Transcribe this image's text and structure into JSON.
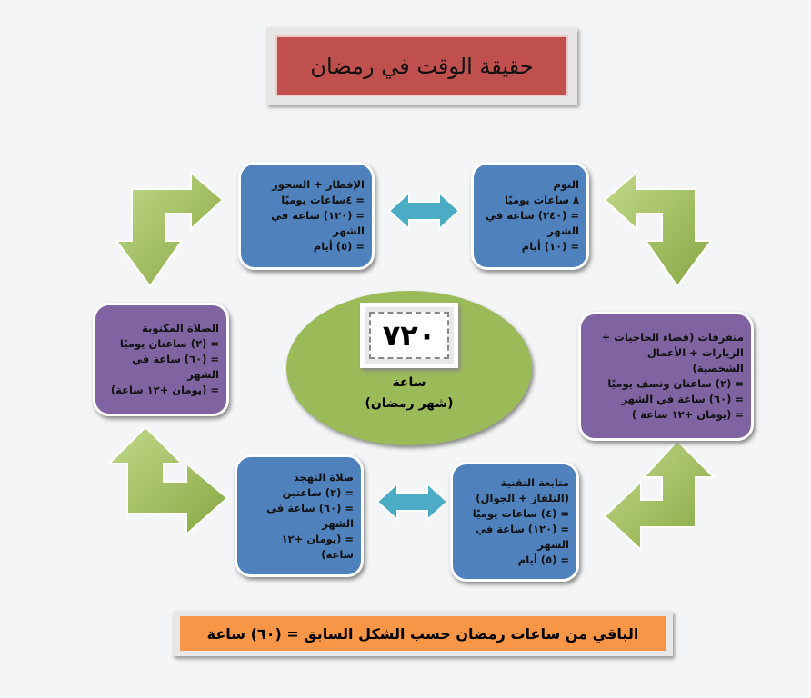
{
  "title": "حقيقة الوقت في رمضان",
  "center": {
    "number": "٧٢٠",
    "unit": "ساعة",
    "subtitle": "(شهر رمضان)"
  },
  "boxes": {
    "sleep": [
      "النوم",
      "٨ ساعات يوميًا",
      "= (٢٤٠) ساعة في",
      "الشهر",
      "= (١٠) أيام"
    ],
    "iftar": [
      "الإفطار + السحور",
      "= ٤ساعات يوميًا",
      "= (١٢٠) ساعة في",
      "الشهر",
      "= (٥) أيام"
    ],
    "prayer": [
      "الصلاة المكتوبة",
      "= (٢) ساعتان يوميًا",
      "= (٦٠) ساعة في",
      "الشهر",
      "= (يومان +١٢ ساعة)"
    ],
    "misc": [
      "متفرقات (قضاء الحاجيات +",
      "الزيارات + الأعمال",
      "الشخصية)",
      "= (٢) ساعتان ونصف يوميًا",
      "= (٦٠) ساعة في الشهر",
      "= (يومان +١٢ ساعة )"
    ],
    "tahajjud": [
      "صلاة التهجد",
      "= (٢) ساعتين",
      "= (٦٠) ساعة في",
      "الشهر",
      "= (يومان +١٢",
      "ساعة)"
    ],
    "tech": [
      "متابعة التقنية",
      "(التلفاز + الجوال)",
      "= (٤) ساعات يوميًا",
      "= (١٢٠) ساعة في",
      "الشهر",
      "= (٥) أيام"
    ]
  },
  "footer": "الباقي من ساعات رمضان حسب الشكل السابق = (٦٠) ساعة",
  "colors": {
    "title": "#c0504d",
    "blue": "#4f81bd",
    "purple": "#8064a2",
    "green": "#9bbb59",
    "orange": "#f79646",
    "arrow": "#4bacc6"
  }
}
